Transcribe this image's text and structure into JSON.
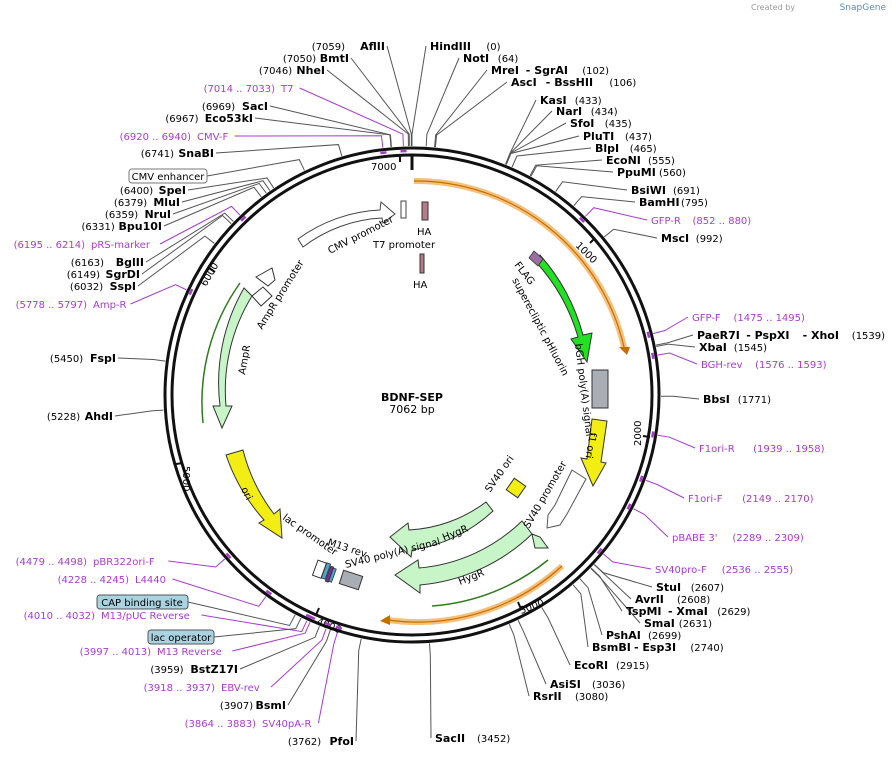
{
  "plasmid": {
    "name": "BDNF-SEP",
    "size_label": "7062 bp",
    "total_bp": 7062
  },
  "branding": {
    "created_by": "Created by",
    "app": "SnapGene"
  },
  "ticks": [
    "1000",
    "2000",
    "3000",
    "4000",
    "5000",
    "6000",
    "7000"
  ],
  "sites_left": [
    {
      "name": "PfoI",
      "pos": "(3762)",
      "bp": 3762
    },
    {
      "name": "BsmI",
      "pos": "(3907)",
      "bp": 3907
    },
    {
      "name": "BstZ17I",
      "pos": "(3959)",
      "bp": 3959
    },
    {
      "name": "AhdI",
      "pos": "(5228)",
      "bp": 5228
    },
    {
      "name": "FspI",
      "pos": "(5450)",
      "bp": 5450
    },
    {
      "name": "SspI",
      "pos": "(6032)",
      "bp": 6032
    },
    {
      "name": "SgrDI",
      "pos": "(6149)",
      "bp": 6149
    },
    {
      "name": "BglII",
      "pos": "(6163)",
      "bp": 6163
    },
    {
      "name": "Bpu10I",
      "pos": "(6331)",
      "bp": 6331
    },
    {
      "name": "NruI",
      "pos": "(6359)",
      "bp": 6359
    },
    {
      "name": "MluI",
      "pos": "(6379)",
      "bp": 6379
    },
    {
      "name": "SpeI",
      "pos": "(6400)",
      "bp": 6400
    },
    {
      "name": "SnaBI",
      "pos": "(6741)",
      "bp": 6741
    },
    {
      "name": "Eco53kI",
      "pos": "(6967)",
      "bp": 6967
    },
    {
      "name": "SacI",
      "pos": "(6969)",
      "bp": 6969
    },
    {
      "name": "NheI",
      "pos": "(7046)",
      "bp": 7046
    },
    {
      "name": "BmtI",
      "pos": "(7050)",
      "bp": 7050
    },
    {
      "name": "AflII",
      "pos": "(7059)",
      "bp": 7059
    }
  ],
  "sites_right": [
    {
      "name": "HindIII",
      "pos": "(0)",
      "bp": 0
    },
    {
      "name": "NotI",
      "pos": "(64)",
      "bp": 64
    },
    {
      "name": "MreI",
      "extra": "SgrAI",
      "pos": "(102)",
      "bp": 102
    },
    {
      "name": "AscI",
      "extra": "BssHII",
      "pos": "(106)",
      "bp": 106
    },
    {
      "name": "KasI",
      "pos": "(433)",
      "bp": 433
    },
    {
      "name": "NarI",
      "pos": "(434)",
      "bp": 434
    },
    {
      "name": "SfoI",
      "pos": "(435)",
      "bp": 435
    },
    {
      "name": "PluTI",
      "pos": "(437)",
      "bp": 437
    },
    {
      "name": "BlpI",
      "pos": "(465)",
      "bp": 465
    },
    {
      "name": "EcoNI",
      "pos": "(555)",
      "bp": 555
    },
    {
      "name": "PpuMI",
      "pos": "(560)",
      "bp": 560
    },
    {
      "name": "BsiWI",
      "pos": "(691)",
      "bp": 691
    },
    {
      "name": "BamHI",
      "pos": "(795)",
      "bp": 795
    },
    {
      "name": "MscI",
      "pos": "(992)",
      "bp": 992
    },
    {
      "name": "PaeR7I",
      "extra": "PspXI",
      "extra2": "XhoI",
      "pos": "(1539)",
      "bp": 1539
    },
    {
      "name": "XbaI",
      "pos": "(1545)",
      "bp": 1545
    },
    {
      "name": "BbsI",
      "pos": "(1771)",
      "bp": 1771
    },
    {
      "name": "StuI",
      "pos": "(2607)",
      "bp": 2607
    },
    {
      "name": "AvrII",
      "pos": "(2608)",
      "bp": 2608
    },
    {
      "name": "TspMI",
      "extra": "XmaI",
      "pos": "(2629)",
      "bp": 2629
    },
    {
      "name": "SmaI",
      "pos": "(2631)",
      "bp": 2631
    },
    {
      "name": "PshAI",
      "pos": "(2699)",
      "bp": 2699
    },
    {
      "name": "BsmBI",
      "extra": "Esp3I",
      "pos": "(2740)",
      "bp": 2740
    },
    {
      "name": "EcoRI",
      "pos": "(2915)",
      "bp": 2915
    },
    {
      "name": "AsiSI",
      "pos": "(3036)",
      "bp": 3036
    },
    {
      "name": "RsrII",
      "pos": "(3080)",
      "bp": 3080
    },
    {
      "name": "SacII",
      "pos": "(3452)",
      "bp": 3452
    }
  ],
  "primers_left": [
    {
      "name": "SV40pA-R",
      "range": "(3864 .. 3883)",
      "bp": 3873
    },
    {
      "name": "EBV-rev",
      "range": "(3918 .. 3937)",
      "bp": 3927
    },
    {
      "name": "M13 Reverse",
      "range": "(3997 .. 4013)",
      "bp": 4005
    },
    {
      "name": "M13/pUC Reverse",
      "range": "(4010 .. 4032)",
      "bp": 4021
    },
    {
      "name": "L4440",
      "range": "(4228 .. 4245)",
      "bp": 4236
    },
    {
      "name": "pBR322ori-F",
      "range": "(4479 .. 4498)",
      "bp": 4488
    },
    {
      "name": "Amp-R",
      "range": "(5778 .. 5797)",
      "bp": 5787
    },
    {
      "name": "pRS-marker",
      "range": "(6195 .. 6214)",
      "bp": 6204
    },
    {
      "name": "CMV-F",
      "range": "(6920 .. 6940)",
      "bp": 6930
    },
    {
      "name": "T7",
      "range": "(7014 .. 7033)",
      "bp": 7023
    }
  ],
  "primers_right": [
    {
      "name": "GFP-R",
      "range": "(852 .. 880)",
      "bp": 866
    },
    {
      "name": "GFP-F",
      "range": "(1475 .. 1495)",
      "bp": 1485
    },
    {
      "name": "BGH-rev",
      "range": "(1576 .. 1593)",
      "bp": 1584
    },
    {
      "name": "F1ori-R",
      "range": "(1939 .. 1958)",
      "bp": 1948
    },
    {
      "name": "F1ori-F",
      "range": "(2149 .. 2170)",
      "bp": 2159
    },
    {
      "name": "pBABE 3'",
      "range": "(2289 .. 2309)",
      "bp": 2299
    },
    {
      "name": "SV40pro-F",
      "range": "(2536 .. 2555)",
      "bp": 2545
    }
  ],
  "boxed_features": [
    {
      "name": "CMV enhancer",
      "style": "plain",
      "bp": 6560
    },
    {
      "name": "CAP binding site",
      "style": "blue",
      "bp": 4080
    },
    {
      "name": "lac operator",
      "style": "blue",
      "bp": 4050
    }
  ],
  "features": [
    {
      "name": "superecliptic pHluorin",
      "color": "#22e022"
    },
    {
      "name": "FLAG",
      "color": "#9b6da0"
    },
    {
      "name": "bGH poly(A) signal",
      "color": "#a9adb4"
    },
    {
      "name": "f1 ori",
      "color": "#f2ee14"
    },
    {
      "name": "SV40 ori",
      "color": "#f2ee14"
    },
    {
      "name": "SV40 promoter",
      "color": "#ffffff"
    },
    {
      "name": "HygR",
      "color": "#c8f5c8"
    },
    {
      "name": "HygR",
      "color": "#c8f5c8"
    },
    {
      "name": "SV40 poly(A) signal",
      "color": "#a9adb4"
    },
    {
      "name": "M13 rev",
      "color": "#ffffff"
    },
    {
      "name": "lac promoter",
      "color": "#ffffff"
    },
    {
      "name": "ori",
      "color": "#f2ee14"
    },
    {
      "name": "AmpR",
      "color": "#c8f5c8"
    },
    {
      "name": "AmpR promoter",
      "color": "#ffffff"
    },
    {
      "name": "CMV promoter",
      "color": "#ffffff"
    },
    {
      "name": "T7 promoter",
      "color": "#ffffff"
    },
    {
      "name": "HA",
      "color": "#b57b8a"
    },
    {
      "name": "HA",
      "color": "#b57b8a"
    }
  ],
  "colors": {
    "primer": "#a83bcf",
    "orf_highlight": "#f5c07a",
    "backbone": "#111111",
    "blue_box": "#a9d3e0"
  }
}
